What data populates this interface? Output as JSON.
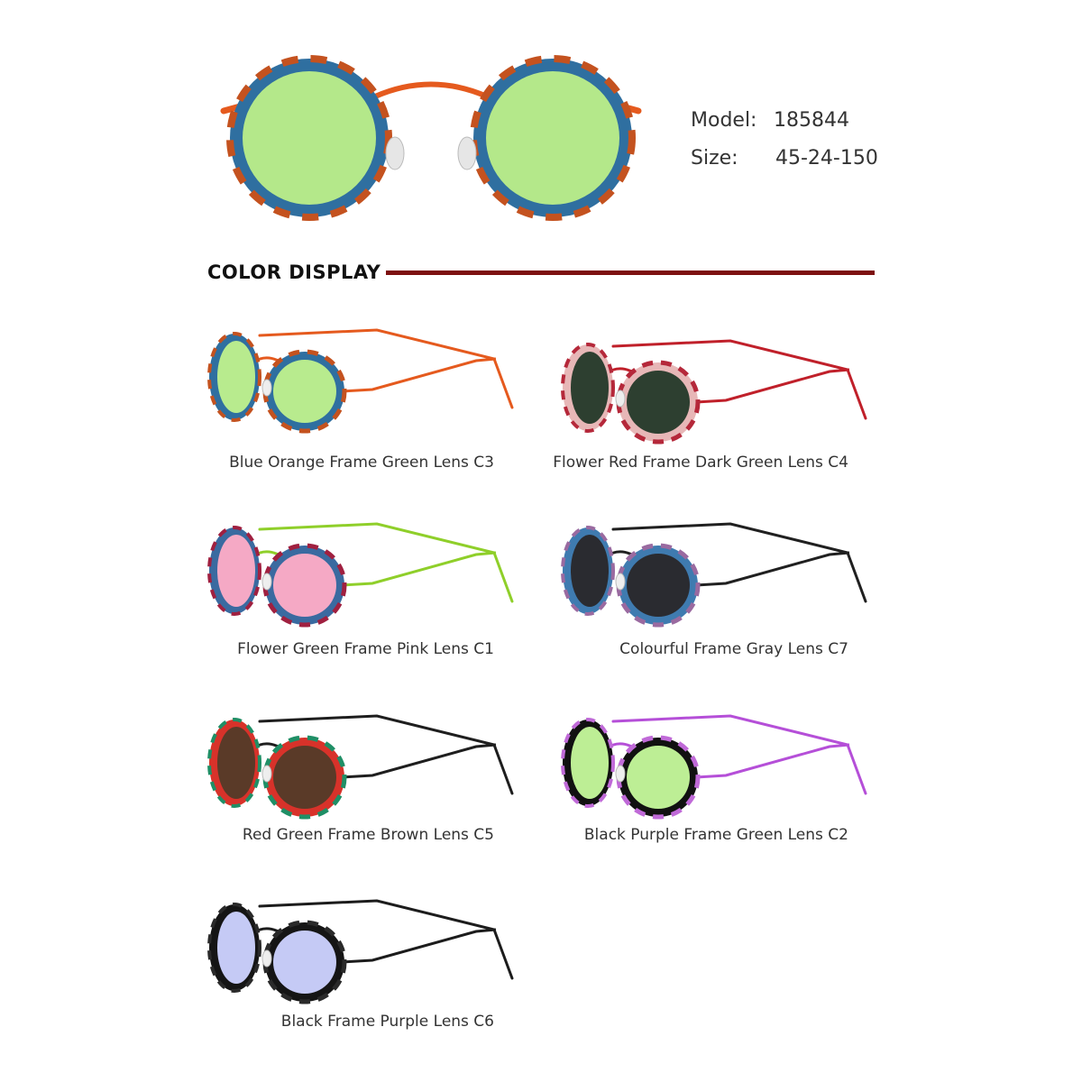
{
  "product": {
    "model_label": "Model:",
    "model_value": "185844",
    "size_label": "Size:",
    "size_value": "45-24-150",
    "hero_colors": {
      "frame": "#e55a1e",
      "rim_a": "#2f6fa0",
      "rim_b": "#c4521f",
      "lens": "#b4e88a"
    }
  },
  "color_display": {
    "title": "COLOR DISPLAY",
    "rule_color": "#7d1010",
    "variants": [
      {
        "caption": "Blue Orange Frame Green Lens C3",
        "frame": "#e55a1e",
        "rim_a": "#2f6fa0",
        "rim_b": "#c4521f",
        "lens": "#b8eb8e"
      },
      {
        "caption": "Flower Red Frame Dark Green Lens C4",
        "frame": "#c0202a",
        "rim_a": "#e7b7b7",
        "rim_b": "#b5283a",
        "lens": "#2d3f30"
      },
      {
        "caption": "Flower Green Frame Pink Lens C1",
        "frame": "#8fcf2a",
        "rim_a": "#3a6aa0",
        "rim_b": "#a02040",
        "lens": "#f5a9c5"
      },
      {
        "caption": "Colourful Frame Gray Lens C7",
        "frame": "#202020",
        "rim_a": "#3f7bb0",
        "rim_b": "#9a6aa0",
        "lens": "#2a2b30"
      },
      {
        "caption": "Red Green Frame Brown Lens C5",
        "frame": "#1e1e1e",
        "rim_a": "#d8322a",
        "rim_b": "#1f8f66",
        "lens": "#5a3a28"
      },
      {
        "caption": "Black Purple Frame Green Lens C2",
        "frame": "#b54fd8",
        "rim_a": "#111111",
        "rim_b": "#c06ad8",
        "lens": "#bdee95"
      },
      {
        "caption": "Black Frame Purple Lens C6",
        "frame": "#1c1c1c",
        "rim_a": "#151515",
        "rim_b": "#2a2a2a",
        "lens": "#c5caf5"
      }
    ]
  }
}
